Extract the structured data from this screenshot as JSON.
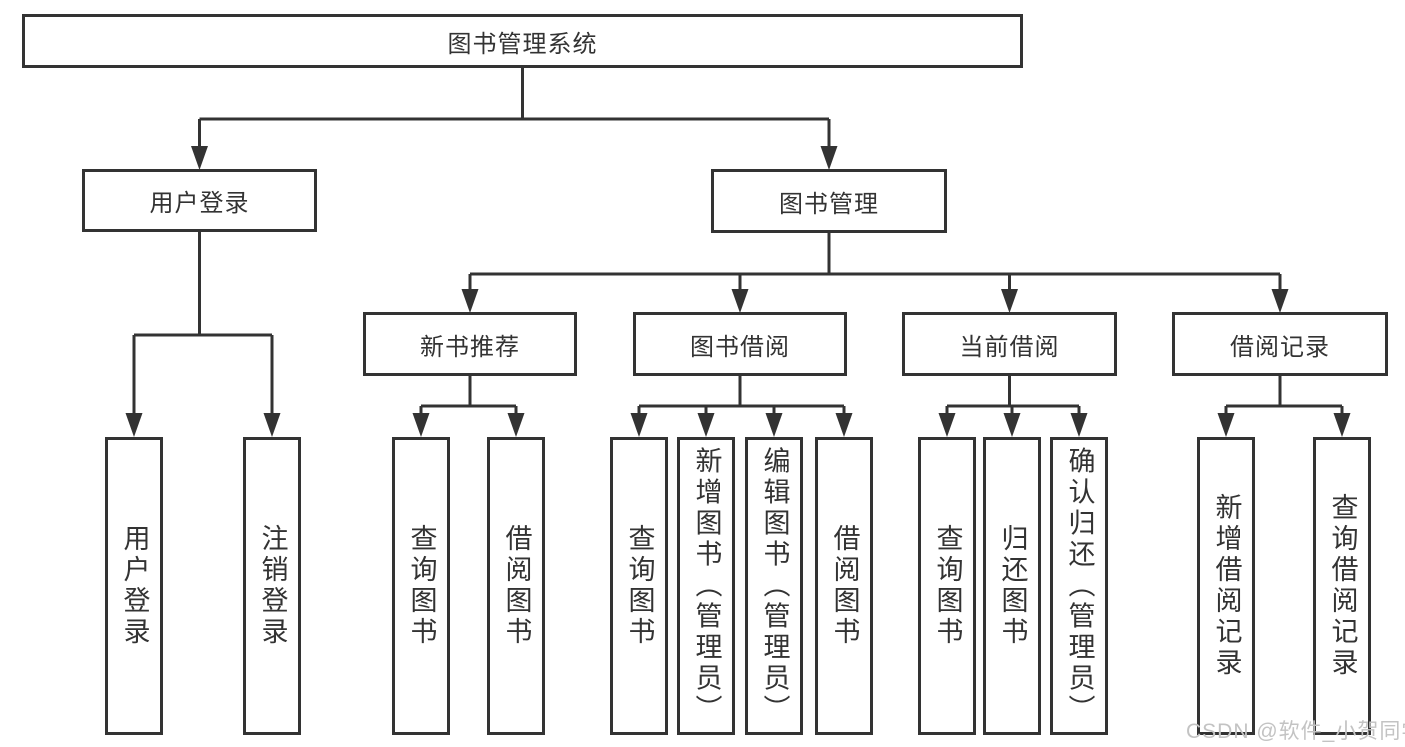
{
  "diagram": {
    "title": "图书管理系统",
    "root": {
      "label": "图书管理系统"
    },
    "level1": {
      "user_login": {
        "label": "用户登录"
      },
      "book_mgmt": {
        "label": "图书管理"
      }
    },
    "level2": {
      "new_book_rec": {
        "label": "新书推荐",
        "parent": "图书管理"
      },
      "book_borrow": {
        "label": "图书借阅",
        "parent": "图书管理"
      },
      "current_borrow": {
        "label": "当前借阅",
        "parent": "图书管理"
      },
      "borrow_record": {
        "label": "借阅记录",
        "parent": "图书管理"
      }
    },
    "leaves": {
      "login_user": {
        "label": "用户登录",
        "parent": "用户登录"
      },
      "login_logout": {
        "label": "注销登录",
        "parent": "用户登录"
      },
      "rec_query": {
        "label": "查询图书",
        "parent": "新书推荐"
      },
      "rec_borrow": {
        "label": "借阅图书",
        "parent": "新书推荐"
      },
      "borrow_query": {
        "label": "查询图书",
        "parent": "图书借阅"
      },
      "borrow_add": {
        "label": "新增图书（管理员）",
        "parent": "图书借阅"
      },
      "borrow_edit": {
        "label": "编辑图书（管理员）",
        "parent": "图书借阅"
      },
      "borrow_borrow": {
        "label": "借阅图书",
        "parent": "图书借阅"
      },
      "cur_query": {
        "label": "查询图书",
        "parent": "当前借阅"
      },
      "cur_return": {
        "label": "归还图书",
        "parent": "当前借阅"
      },
      "cur_confirm": {
        "label": "确认归还（管理员）",
        "parent": "当前借阅"
      },
      "record_add": {
        "label": "新增借阅记录",
        "parent": "借阅记录"
      },
      "record_query": {
        "label": "查询借阅记录",
        "parent": "借阅记录"
      }
    },
    "colors": {
      "line": "#333333",
      "box_border": "#333333",
      "text": "#333333",
      "background": "#ffffff",
      "watermark": "#c3c3c3"
    }
  },
  "watermark": {
    "text": "CSDN @软件_小贺同学"
  }
}
